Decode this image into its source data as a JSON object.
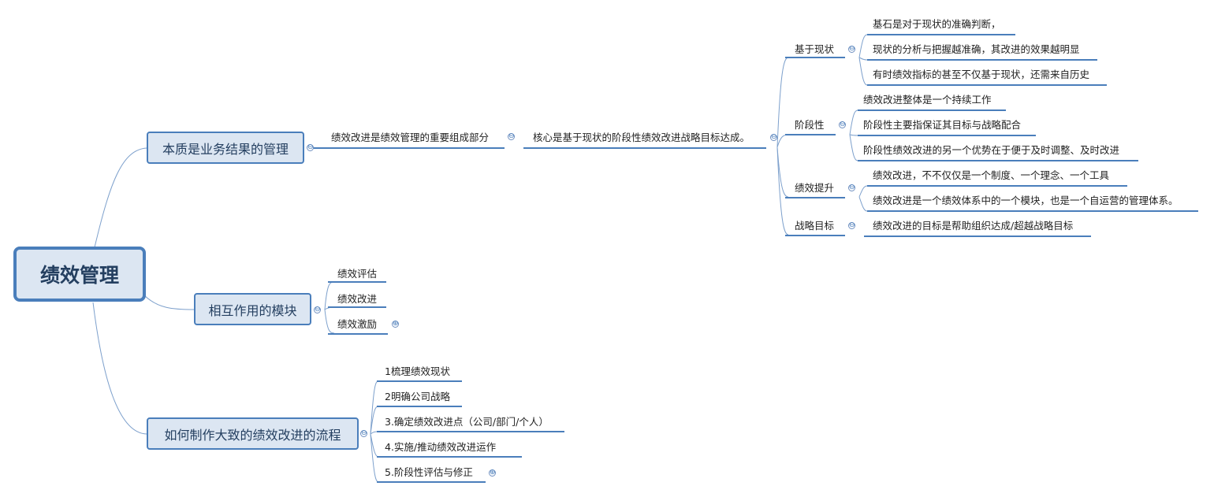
{
  "root": {
    "label": "绩效管理"
  },
  "branch_essence": {
    "label": "本质是业务结果的管理",
    "child": "绩效改进是绩效管理的重要组成部分",
    "core": "核心是基于现状的阶段性绩效改进战略目标达成。",
    "groups": [
      {
        "label": "基于现状",
        "items": [
          "基石是对于现状的准确判断，",
          "现状的分析与把握越准确，其改进的效果越明显",
          "有时绩效指标的甚至不仅基于现状，还需来自历史"
        ]
      },
      {
        "label": "阶段性",
        "items": [
          "绩效改进整体是一个持续工作",
          "阶段性主要指保证其目标与战略配合",
          "阶段性绩效改进的另一个优势在于便于及时调整、及时改进"
        ]
      },
      {
        "label": "绩效提升",
        "items": [
          "绩效改进，不不仅仅是一个制度、一个理念、一个工具",
          "绩效改进是一个绩效体系中的一个模块，也是一个自运营的管理体系。"
        ]
      },
      {
        "label": "战略目标",
        "items": [
          "绩效改进的目标是帮助组织达成/超越战略目标"
        ]
      }
    ]
  },
  "branch_modules": {
    "label": "相互作用的模块",
    "items": [
      "绩效评估",
      "绩效改进",
      "绩效激励"
    ]
  },
  "branch_process": {
    "label": "如何制作大致的绩效改进的流程",
    "items": [
      "1梳理绩效现状",
      "2明确公司战略",
      "3.确定绩效改进点（公司/部门/个人）",
      "4.实施/推动绩效改进运作",
      "5.阶段性评估与修正"
    ]
  },
  "toggles": {
    "collapse": "⊖",
    "expand": "⊕"
  },
  "colors": {
    "line": "#4a7ebb",
    "connector": "#7da0cc",
    "box_fill": "#dce6f2",
    "box_border": "#4a7ebb"
  }
}
